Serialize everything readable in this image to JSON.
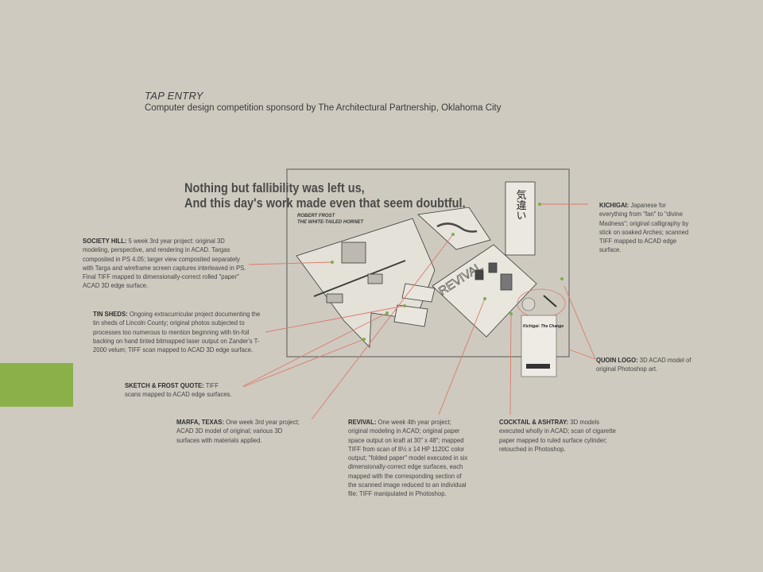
{
  "header": {
    "title": "TAP ENTRY",
    "subtitle": "Computer design competition sponsord by The Architectural Partnership, Oklahoma City"
  },
  "quote": {
    "line1": "Nothing but fallibility was left us,",
    "line2": "And this day's work made even that seem doubtful.",
    "author": "ROBERT FROST",
    "work": "THE WHITE-TAILED HORNET"
  },
  "artwork": {
    "revival_sign": "REVIVAL",
    "calligraphy": "気違い",
    "poster_title": "Kichigai: The Change"
  },
  "notes": [
    {
      "label": "SOCIETY HILL:",
      "text": "5 week 3rd year project: original 3D modeling, perspective, and rendering in ACAD. Targas composited in PS 4.05; larger view composited separately with Targa and wireframe screen captures interleaved in PS. Final TIFF mapped to dimensionally-correct rolled \"paper\" ACAD 3D edge surface."
    },
    {
      "label": "TIN SHEDS:",
      "text": "Ongoing extracurricular project documenting the tin sheds of Lincoln County; original photos subjected to processes too numerous to mention beginning with tin-foil backing on hand tinted bitmapped laser output on Zander's T-2000 velum; TIFF scan mapped to ACAD 3D edge surface."
    },
    {
      "label": "SKETCH & FROST QUOTE:",
      "text": "TIFF scans mapped to ACAD edge surfaces."
    },
    {
      "label": "MARFA, TEXAS:",
      "text": "One week 3rd year project; ACAD 3D model of original; various 3D surfaces with materials applied."
    },
    {
      "label": "REVIVAL:",
      "text": "One week 4th year project; original modeling in ACAD; original paper space output on kraft at 30\" x 48\"; mapped TIFF from scan of 8½ x 14 HP 1120C color output; \"folded paper\" model executed in six dimensionally-correct edge surfaces, each mapped with the corresponding section of the scanned image reduced to an individual file; TIFF manipulated in Photoshop."
    },
    {
      "label": "COCKTAIL & ASHTRAY:",
      "text": "3D models executed wholly in ACAD; scan of cigarette paper mapped to ruled surface cylinder; retouched in Photoshop."
    },
    {
      "label": "KICHIGAI:",
      "text": "Japanese for everything from \"fan\" to \"divine Madness\"; original calligraphy by stick on soaked Arches; scanned TIFF mapped to ACAD edge surface."
    },
    {
      "label": "QUOIN LOGO:",
      "text": "3D ACAD model of original Photoshop art."
    }
  ],
  "colors": {
    "background": "#cecac0",
    "accent": "#8bb04a",
    "leader": "#dc7a6c"
  }
}
